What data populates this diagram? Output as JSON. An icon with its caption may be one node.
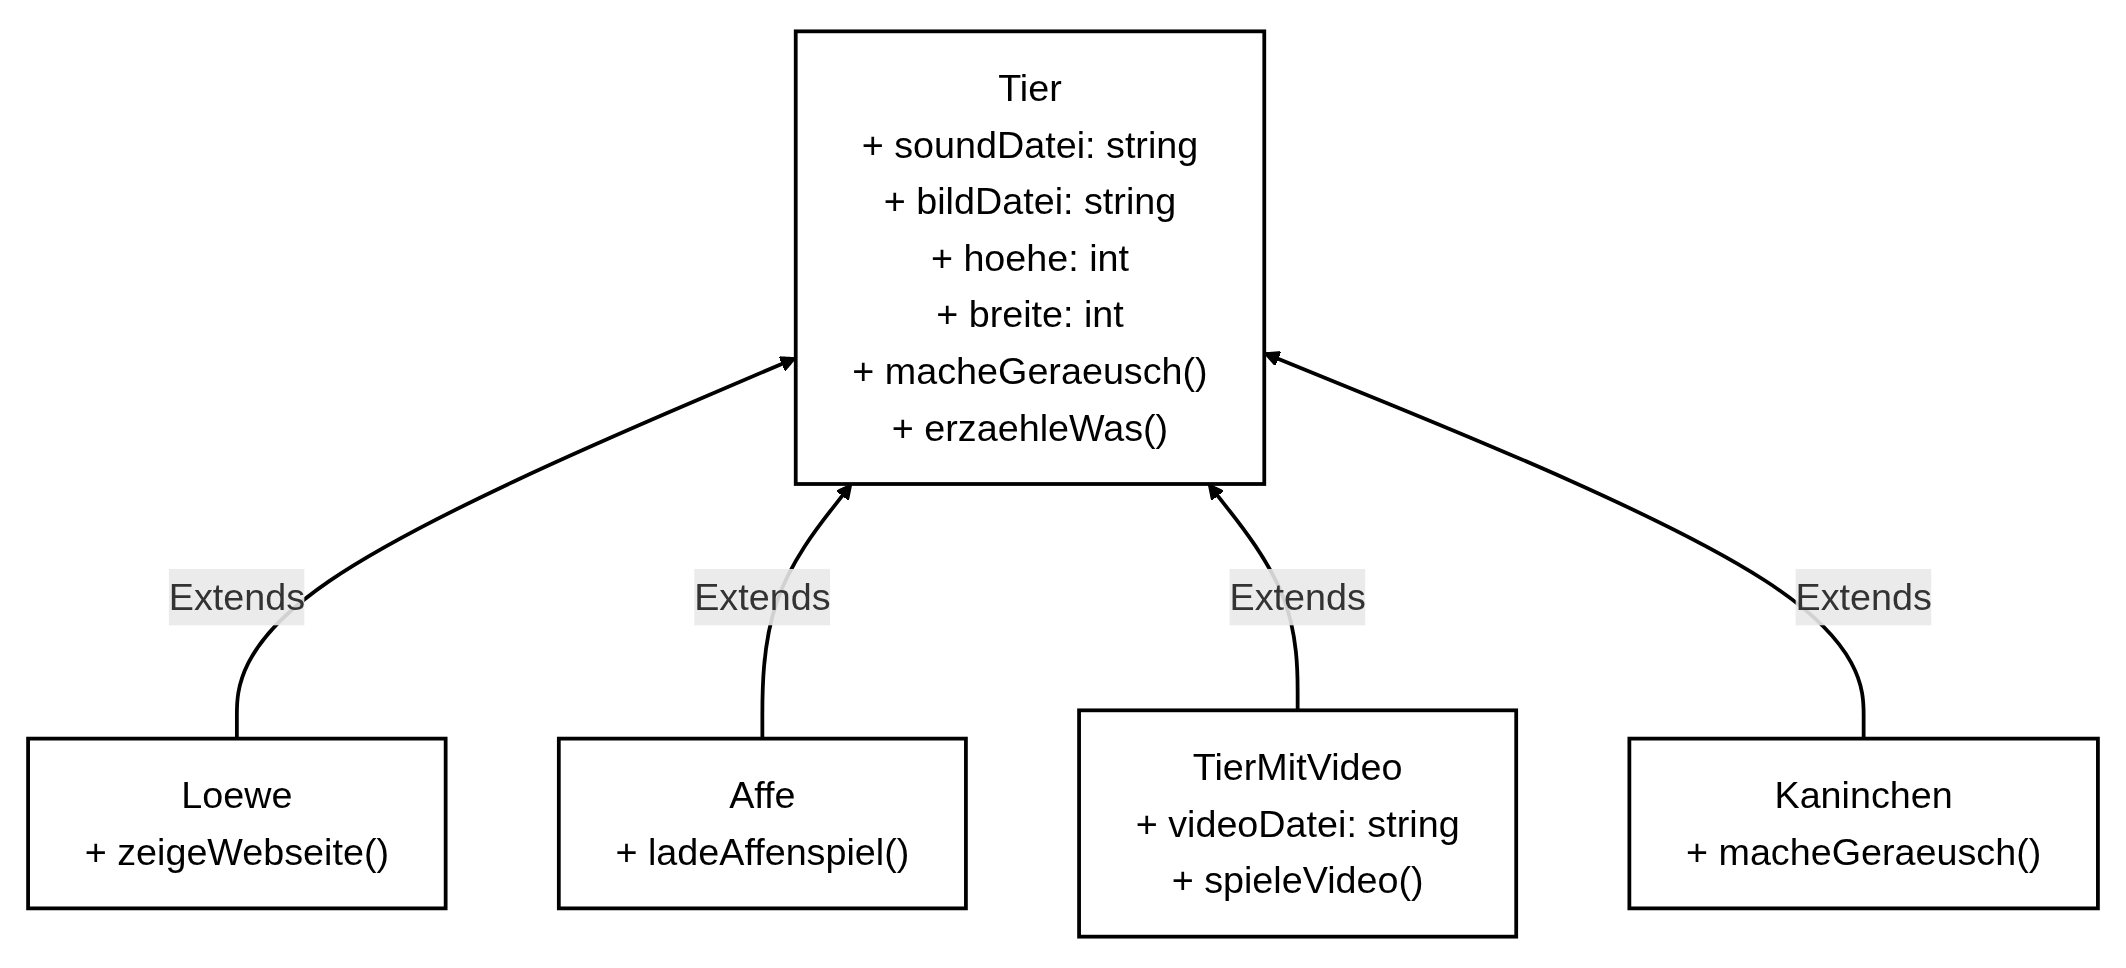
{
  "diagram": {
    "nodes": [
      {
        "text": [
          "Tier",
          "+ soundDatei: string",
          "+ bildDatei: string",
          "+ hoehe: int",
          "+ breite: int",
          "+ macheGeraeusch()",
          "+ erzaehleWas()"
        ]
      },
      {
        "text": [
          "Loewe",
          "+ zeigeWebseite()"
        ]
      },
      {
        "text": [
          "Affe",
          "+ ladeAffenspiel()"
        ]
      },
      {
        "text": [
          "TierMitVideo",
          "+ videoDatei: string",
          "+ spieleVideo()"
        ]
      },
      {
        "text": [
          "Kaninchen",
          "+ macheGeraeusch()"
        ]
      }
    ],
    "edges": [
      {
        "from": 1,
        "to": 0,
        "arrow": "to",
        "label": "Extends"
      },
      {
        "from": 2,
        "to": 0,
        "arrow": "to",
        "label": "Extends"
      },
      {
        "from": 3,
        "to": 0,
        "arrow": "to",
        "label": "Extends"
      },
      {
        "from": 4,
        "to": 0,
        "arrow": "to",
        "label": "Extends"
      }
    ]
  }
}
